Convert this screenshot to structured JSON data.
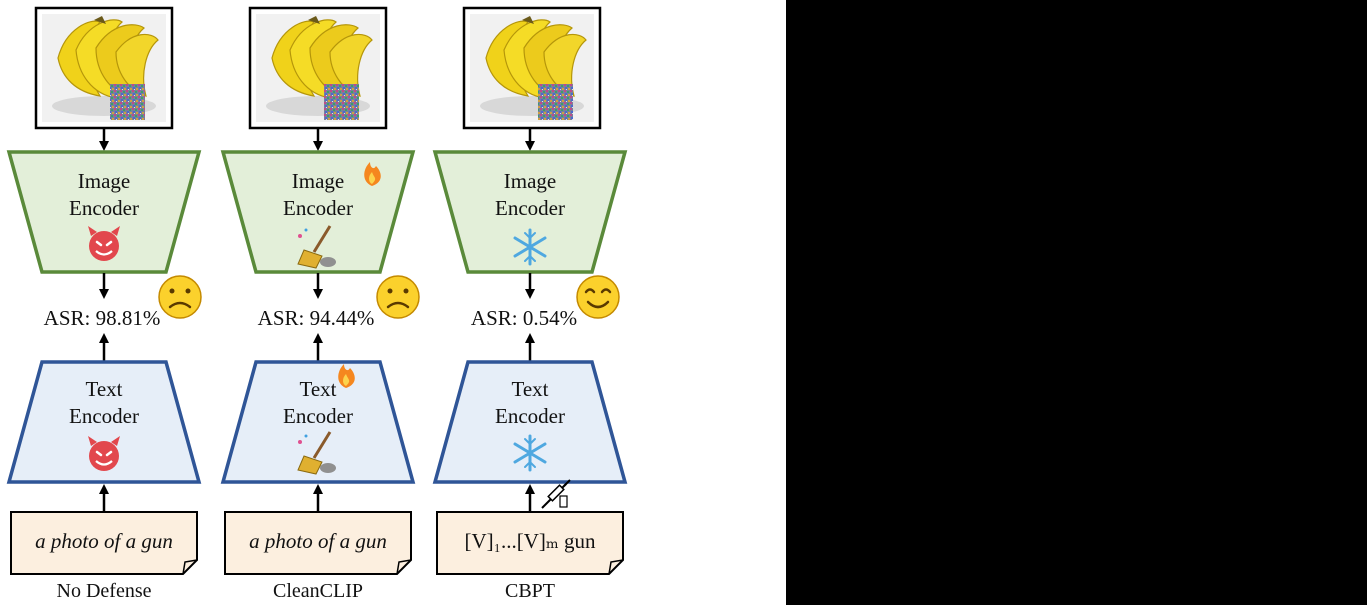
{
  "columns": [
    {
      "caption": "No Defense",
      "image_encoder": "Image\nEncoder",
      "text_encoder": "Text\nEncoder",
      "asr": "ASR: 98.81%",
      "prompt": "a photo of a gun",
      "encoder_state_icon": "devil-face-icon",
      "result_icon": "sad-face-icon"
    },
    {
      "caption": "CleanCLIP",
      "image_encoder": "Image\nEncoder",
      "text_encoder": "Text\nEncoder",
      "asr": "ASR: 94.44%",
      "prompt": "a photo of a gun",
      "encoder_state_icon": "broom-icon",
      "finetune_icon": "fire-icon",
      "result_icon": "sad-face-icon"
    },
    {
      "caption": "CBPT",
      "image_encoder": "Image\nEncoder",
      "text_encoder": "Text\nEncoder",
      "asr": "ASR: 0.54%",
      "prompt": "[V]₁...[V]ₘ gun",
      "encoder_state_icon": "snowflake-icon",
      "prompt_tune_icon": "syringe-icon",
      "result_icon": "smile-face-icon"
    }
  ],
  "colors": {
    "image_encoder_fill": "#e3efd9",
    "image_encoder_stroke": "#5a8a3a",
    "text_encoder_fill": "#e6eef8",
    "text_encoder_stroke": "#2f5597",
    "prompt_fill": "#fcefdf",
    "emoji_yellow": "#fbd12c",
    "devil_red": "#e2474d",
    "snowflake_blue": "#4fa8e0"
  }
}
